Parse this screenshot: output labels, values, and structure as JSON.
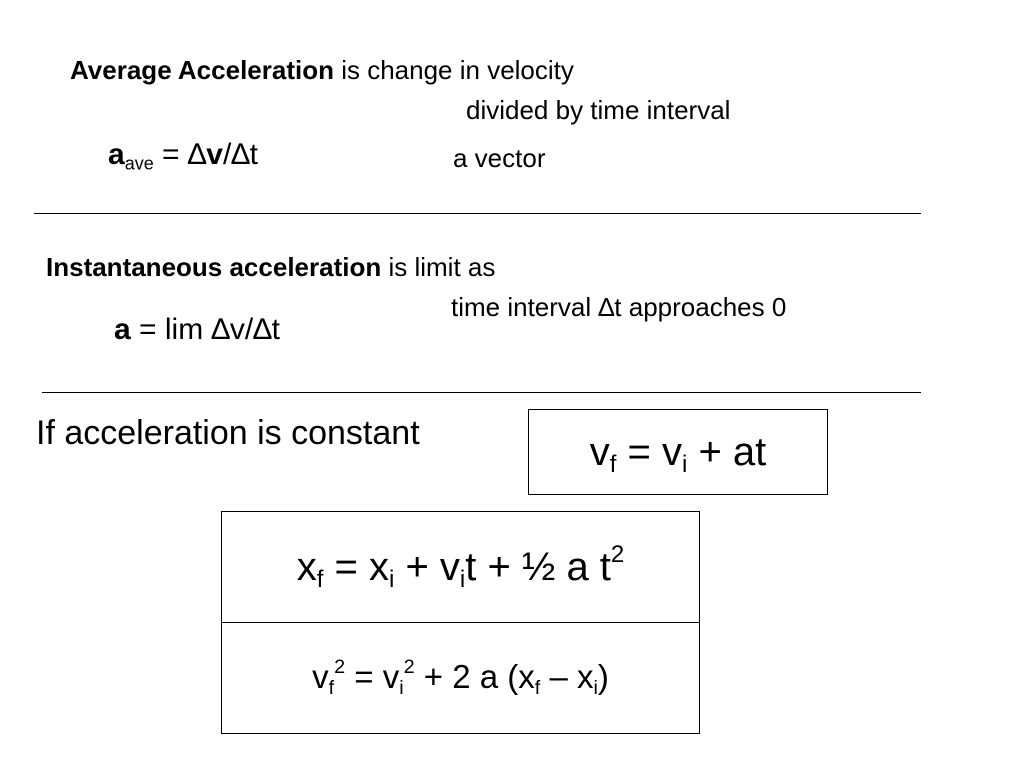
{
  "avg": {
    "term": "Average Acceleration",
    "rest": " is change in velocity",
    "line2": "divided by time interval",
    "formula": {
      "a": "a",
      "sub": "ave",
      "eq": " = ",
      "delta1": "∆",
      "v": "v",
      "slash": "/",
      "delta2": "∆",
      "t": "t"
    },
    "note": "a vector"
  },
  "inst": {
    "term": "Instantaneous acceleration",
    "rest": " is limit as",
    "line2": "time interval ∆t approaches 0",
    "formula": {
      "a": "a",
      "rest": " = lim ∆v/∆t"
    }
  },
  "constant": {
    "label": "If acceleration is constant",
    "eq1": {
      "v": "v",
      "sub_f": "f",
      "mid": " = v",
      "sub_i": "i",
      "end": " + at"
    },
    "eq2": {
      "x": "x",
      "sub_f": "f",
      "p1": " = x",
      "sub_i1": "i",
      "p2": " + v",
      "sub_i2": "i",
      "p3": "t + ½ a t",
      "sup": "2"
    },
    "eq3": {
      "v": "v",
      "sub_f": "f",
      "sup1": "2",
      "p1": " = v",
      "sub_i": "i",
      "sup2": "2",
      "p2": " + 2 a (x",
      "sub_f2": "f",
      "p3": " – x",
      "sub_i2": "i",
      "p4": ")"
    }
  }
}
